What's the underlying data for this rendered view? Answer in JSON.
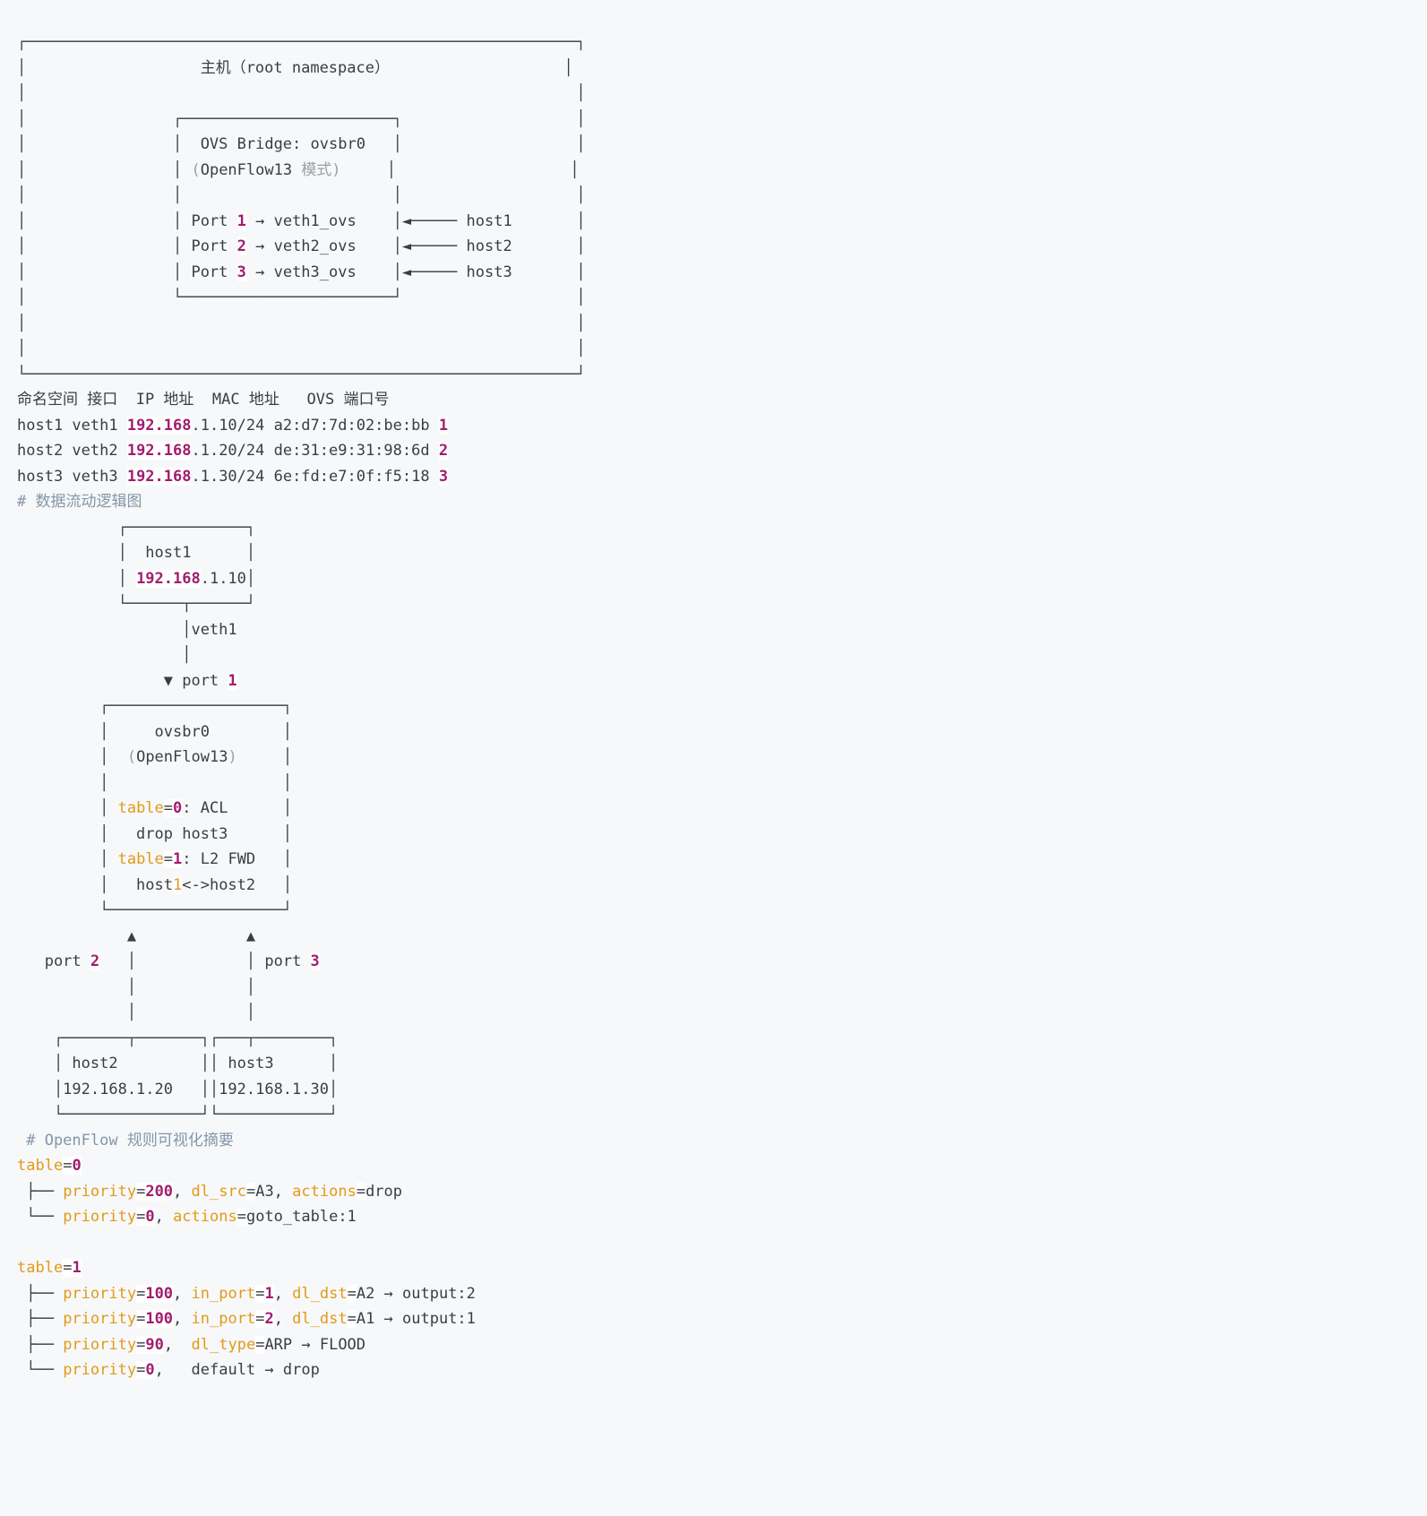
{
  "colors": {
    "background": "#f7f8f9",
    "text": "#3a3d42",
    "keyword_orange": "#e29a18",
    "number_magenta": "#a01d6e",
    "heading_slate": "#8496a9",
    "dim_gray": "#9aa0a8",
    "token_bg": "#ffffff"
  },
  "blocks": {
    "topology": {
      "lines": [
        [
          [
            "t",
            "┌────────────────────────────────────────────────────────────┐"
          ]
        ],
        [
          [
            "t",
            "│                   主机（root namespace）                   │"
          ]
        ],
        [
          [
            "t",
            "│                                                            │"
          ]
        ],
        [
          [
            "t",
            "│                ┌───────────────────────┐                   │"
          ]
        ],
        [
          [
            "t",
            "│                │  OVS Bridge: ovsbr0   │                   │"
          ]
        ],
        [
          [
            "t",
            "│                │ "
          ],
          [
            "g",
            "("
          ],
          [
            "t",
            "OpenFlow13 "
          ],
          [
            "g",
            "模式)"
          ],
          [
            "t",
            "     │                   │"
          ]
        ],
        [
          [
            "t",
            "│                │                       │                   │"
          ]
        ],
        [
          [
            "t",
            "│                │ Port "
          ],
          [
            "n",
            "1"
          ],
          [
            "t",
            " → veth1_ovs    │◄───── host1       │"
          ]
        ],
        [
          [
            "t",
            "│                │ Port "
          ],
          [
            "n",
            "2"
          ],
          [
            "t",
            " → veth2_ovs    │◄───── host2       │"
          ]
        ],
        [
          [
            "t",
            "│                │ Port "
          ],
          [
            "n",
            "3"
          ],
          [
            "t",
            " → veth3_ovs    │◄───── host3       │"
          ]
        ],
        [
          [
            "t",
            "│                └───────────────────────┘                   │"
          ]
        ],
        [
          [
            "t",
            "│                                                            │"
          ]
        ],
        [
          [
            "t",
            "│                                                            │"
          ]
        ],
        [
          [
            "t",
            "└────────────────────────────────────────────────────────────┘"
          ]
        ]
      ]
    },
    "interfaceTable": {
      "lines": [
        [
          [
            "t",
            "命名空间 接口  IP 地址  MAC 地址   OVS 端口号"
          ]
        ],
        [
          [
            "t",
            "host1 veth1 "
          ],
          [
            "n",
            "192.168"
          ],
          [
            "t",
            ".1.10/24 a2:d7:7d:02:be:bb "
          ],
          [
            "n",
            "1"
          ]
        ],
        [
          [
            "t",
            "host2 veth2 "
          ],
          [
            "n",
            "192.168"
          ],
          [
            "t",
            ".1.20/24 de:31:e9:31:98:6d "
          ],
          [
            "n",
            "2"
          ]
        ],
        [
          [
            "t",
            "host3 veth3 "
          ],
          [
            "n",
            "192.168"
          ],
          [
            "t",
            ".1.30/24 6e:fd:e7:0f:f5:18 "
          ],
          [
            "n",
            "3"
          ]
        ]
      ]
    },
    "flowHeading": {
      "lines": [
        [
          [
            "c",
            "# 数据流动逻辑图"
          ]
        ]
      ]
    },
    "flowDiagram": {
      "lines": [
        [
          [
            "t",
            "           ┌─────────────┐"
          ]
        ],
        [
          [
            "t",
            "           │  host1      │"
          ]
        ],
        [
          [
            "t",
            "           │ "
          ],
          [
            "n",
            "192.168"
          ],
          [
            "t",
            ".1.10│"
          ]
        ],
        [
          [
            "t",
            "           └──────┬──────┘"
          ]
        ],
        [
          [
            "t",
            "                  │veth1"
          ]
        ],
        [
          [
            "t",
            "                  │"
          ]
        ],
        [
          [
            "t",
            "                ▼ port "
          ],
          [
            "n",
            "1"
          ]
        ],
        [
          [
            "t",
            "         ┌───────────────────┐"
          ]
        ],
        [
          [
            "t",
            "         │     ovsbr0        │"
          ]
        ],
        [
          [
            "t",
            "         │  "
          ],
          [
            "g",
            "("
          ],
          [
            "t",
            "OpenFlow13"
          ],
          [
            "g",
            ")"
          ],
          [
            "t",
            "     │"
          ]
        ],
        [
          [
            "t",
            "         │                   │"
          ]
        ],
        [
          [
            "t",
            "         │ "
          ],
          [
            "k",
            "table"
          ],
          [
            "e",
            "="
          ],
          [
            "n",
            "0"
          ],
          [
            "t",
            ": ACL      │"
          ]
        ],
        [
          [
            "t",
            "         │   drop host3      │"
          ]
        ],
        [
          [
            "t",
            "         │ "
          ],
          [
            "k",
            "table"
          ],
          [
            "e",
            "="
          ],
          [
            "n",
            "1"
          ],
          [
            "t",
            ": L2 FWD   │"
          ]
        ],
        [
          [
            "t",
            "         │   host"
          ],
          [
            "o",
            "1"
          ],
          [
            "t",
            "<->host2   │"
          ]
        ],
        [
          [
            "t",
            "         └───────────────────┘"
          ]
        ],
        [
          [
            "t",
            "            ▲            ▲"
          ]
        ],
        [
          [
            "t",
            "   port "
          ],
          [
            "n",
            "2"
          ],
          [
            "t",
            "   │            │ port "
          ],
          [
            "n",
            "3"
          ]
        ],
        [
          [
            "t",
            "            │            │"
          ]
        ],
        [
          [
            "t",
            "            │            │"
          ]
        ],
        [
          [
            "t",
            "    ┌───────┬───────┐┌───┬────────┐"
          ]
        ],
        [
          [
            "t",
            "    │ host2         ││ host3      │"
          ]
        ],
        [
          [
            "t",
            "    │192.168.1.20   ││192.168.1.30│"
          ]
        ],
        [
          [
            "t",
            "    └───────────────┘└────────────┘"
          ]
        ]
      ]
    },
    "rulesHeading": {
      "lines": [
        [
          [
            "c",
            " # OpenFlow 规则可视化摘要"
          ]
        ]
      ]
    },
    "rulesTree": {
      "lines": [
        [
          [
            "k",
            "table"
          ],
          [
            "e",
            "="
          ],
          [
            "n",
            "0"
          ]
        ],
        [
          [
            "t",
            " ├── "
          ],
          [
            "k",
            "priority"
          ],
          [
            "e",
            "="
          ],
          [
            "n",
            "200"
          ],
          [
            "t",
            ", "
          ],
          [
            "k",
            "dl_src"
          ],
          [
            "e",
            "="
          ],
          [
            "t",
            "A3, "
          ],
          [
            "k",
            "actions"
          ],
          [
            "e",
            "="
          ],
          [
            "t",
            "drop"
          ]
        ],
        [
          [
            "t",
            " └── "
          ],
          [
            "k",
            "priority"
          ],
          [
            "e",
            "="
          ],
          [
            "n",
            "0"
          ],
          [
            "t",
            ", "
          ],
          [
            "k",
            "actions"
          ],
          [
            "e",
            "="
          ],
          [
            "t",
            "goto_table:1"
          ]
        ],
        [
          [
            "t",
            ""
          ]
        ],
        [
          [
            "k",
            "table"
          ],
          [
            "e",
            "="
          ],
          [
            "n",
            "1"
          ]
        ],
        [
          [
            "t",
            " ├── "
          ],
          [
            "k",
            "priority"
          ],
          [
            "e",
            "="
          ],
          [
            "n",
            "100"
          ],
          [
            "t",
            ", "
          ],
          [
            "k",
            "in_port"
          ],
          [
            "e",
            "="
          ],
          [
            "n",
            "1"
          ],
          [
            "t",
            ", "
          ],
          [
            "k",
            "dl_dst"
          ],
          [
            "e",
            "="
          ],
          [
            "t",
            "A2 → output:2"
          ]
        ],
        [
          [
            "t",
            " ├── "
          ],
          [
            "k",
            "priority"
          ],
          [
            "e",
            "="
          ],
          [
            "n",
            "100"
          ],
          [
            "t",
            ", "
          ],
          [
            "k",
            "in_port"
          ],
          [
            "e",
            "="
          ],
          [
            "n",
            "2"
          ],
          [
            "t",
            ", "
          ],
          [
            "k",
            "dl_dst"
          ],
          [
            "e",
            "="
          ],
          [
            "t",
            "A1 → output:1"
          ]
        ],
        [
          [
            "t",
            " ├── "
          ],
          [
            "k",
            "priority"
          ],
          [
            "e",
            "="
          ],
          [
            "n",
            "90"
          ],
          [
            "t",
            ",  "
          ],
          [
            "k",
            "dl_type"
          ],
          [
            "e",
            "="
          ],
          [
            "t",
            "ARP → FLOOD"
          ]
        ],
        [
          [
            "t",
            " └── "
          ],
          [
            "k",
            "priority"
          ],
          [
            "e",
            "="
          ],
          [
            "n",
            "0"
          ],
          [
            "t",
            ",   default → drop"
          ]
        ]
      ]
    }
  }
}
